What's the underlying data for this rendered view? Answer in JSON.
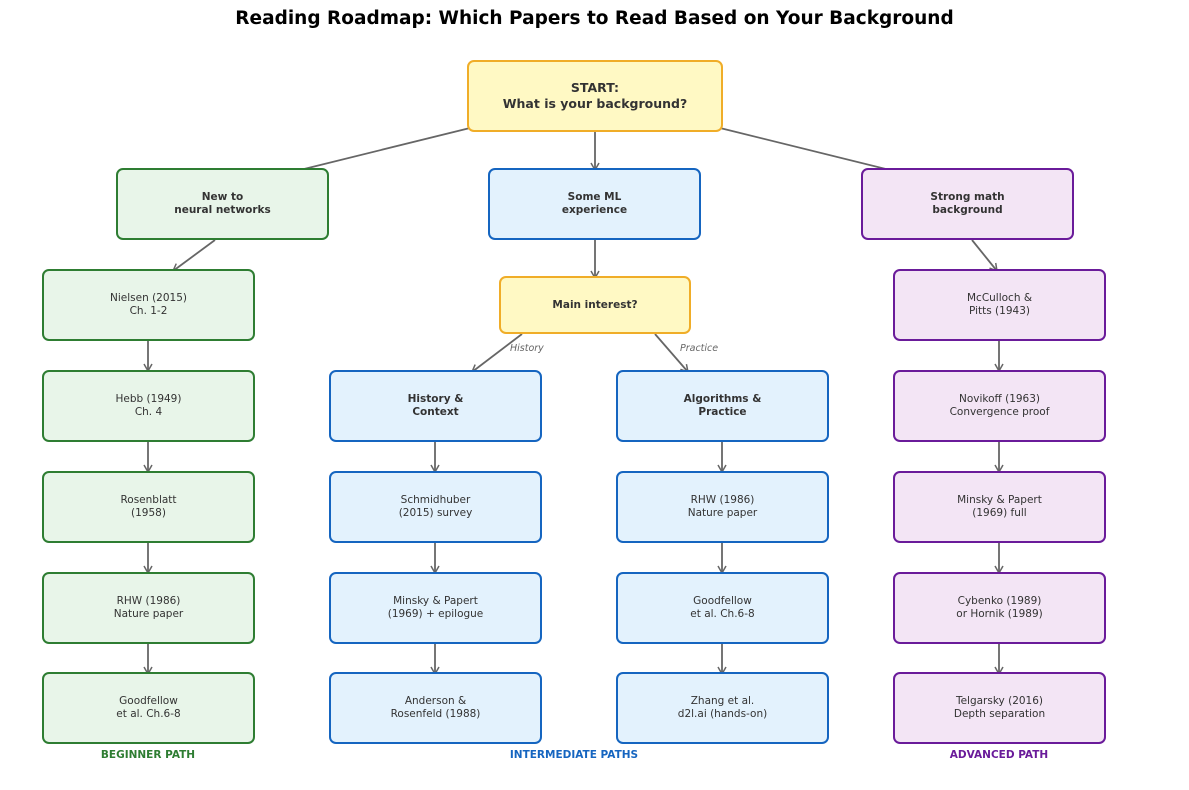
{
  "title": "Reading Roadmap: Which Papers to Read Based on Your Background",
  "colors": {
    "beginner": "#2e7d32",
    "intermediate": "#1565c0",
    "advanced": "#6a1b9a",
    "decision": "#f0ad28",
    "edge": "#666666"
  },
  "nodes": {
    "start": "START:\nWhat is your background?",
    "new_nn": "New to\nneural networks",
    "some_ml": "Some ML\nexperience",
    "strong_math": "Strong math\nbackground",
    "main_interest": "Main interest?",
    "nielsen": "Nielsen (2015)\nCh. 1-2",
    "hebb": "Hebb (1949)\nCh. 4",
    "rosenblatt": "Rosenblatt\n(1958)",
    "rhw_beginner": "RHW (1986)\nNature paper",
    "goodfellow_beginner": "Goodfellow\net al. Ch.6-8",
    "history_context": "History &\nContext",
    "schmidhuber": "Schmidhuber\n(2015) survey",
    "minsky_epilogue": "Minsky & Papert\n(1969) + epilogue",
    "anderson": "Anderson &\nRosenfeld (1988)",
    "algorithms_practice": "Algorithms &\nPractice",
    "rhw_practice": "RHW (1986)\nNature paper",
    "goodfellow_practice": "Goodfellow\net al. Ch.6-8",
    "zhang": "Zhang et al.\nd2l.ai (hands-on)",
    "mcculloch": "McCulloch &\nPitts (1943)",
    "novikoff": "Novikoff (1963)\nConvergence proof",
    "minsky_full": "Minsky & Papert\n(1969) full",
    "cybenko": "Cybenko (1989)\nor Hornik (1989)",
    "telgarsky": "Telgarsky (2016)\nDepth separation"
  },
  "edge_labels": {
    "history": "History",
    "practice": "Practice"
  },
  "path_labels": {
    "beginner": "BEGINNER PATH",
    "intermediate": "INTERMEDIATE PATHS",
    "advanced": "ADVANCED PATH"
  }
}
